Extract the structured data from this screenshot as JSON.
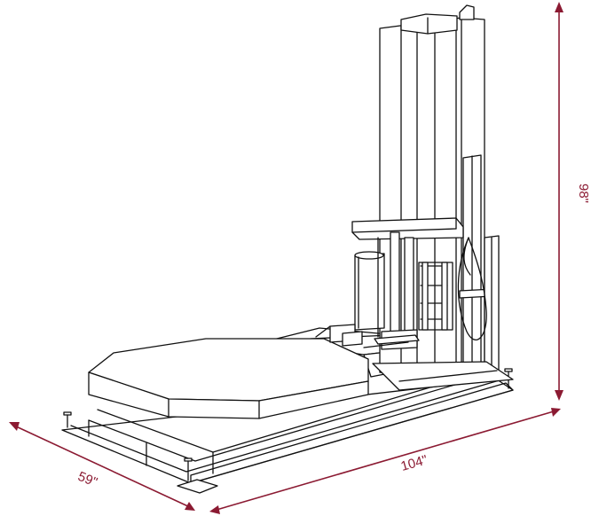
{
  "dimensions": {
    "height_label": "98\"",
    "width_label": "59\"",
    "length_label": "104\""
  },
  "colors": {
    "dimension_color": "#8b1a32",
    "line_color": "#111111",
    "background": "#ffffff"
  }
}
